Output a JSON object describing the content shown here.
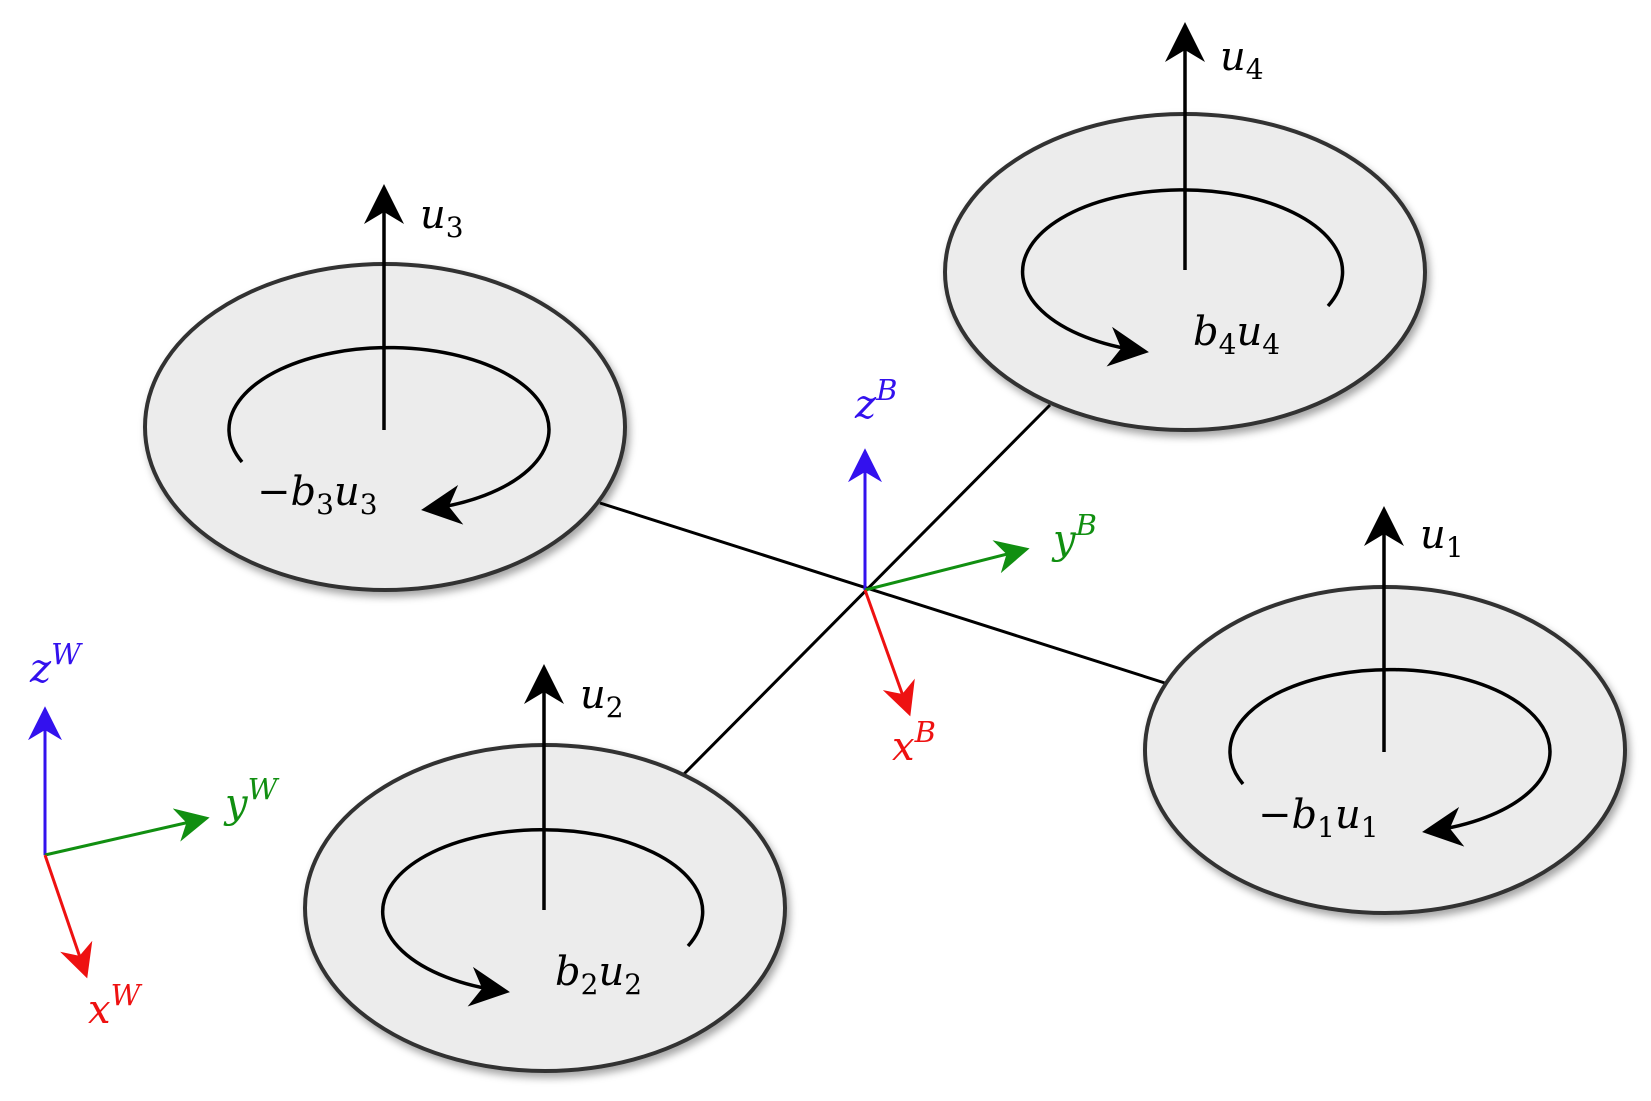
{
  "colors": {
    "x_axis": "#ee1111",
    "y_axis": "#118f11",
    "z_axis": "#3311ee",
    "rotor_fill": "#ececec",
    "rotor_stroke": "#333333",
    "ink": "#000000"
  },
  "rotors": [
    {
      "id": "1",
      "thrust_var": "u",
      "thrust_sub": "1",
      "torque_sign": "−",
      "torque_coef": "b",
      "torque_sub": "1",
      "torque_var": "u",
      "torque_var_sub": "1",
      "spin": "counter-clockwise"
    },
    {
      "id": "2",
      "thrust_var": "u",
      "thrust_sub": "2",
      "torque_sign": "",
      "torque_coef": "b",
      "torque_sub": "2",
      "torque_var": "u",
      "torque_var_sub": "2",
      "spin": "clockwise"
    },
    {
      "id": "3",
      "thrust_var": "u",
      "thrust_sub": "3",
      "torque_sign": "−",
      "torque_coef": "b",
      "torque_sub": "3",
      "torque_var": "u",
      "torque_var_sub": "3",
      "spin": "counter-clockwise"
    },
    {
      "id": "4",
      "thrust_var": "u",
      "thrust_sub": "4",
      "torque_sign": "",
      "torque_coef": "b",
      "torque_sub": "4",
      "torque_var": "u",
      "torque_var_sub": "4",
      "spin": "clockwise"
    }
  ],
  "body_frame": {
    "x": {
      "base": "x",
      "sup": "B"
    },
    "y": {
      "base": "y",
      "sup": "B"
    },
    "z": {
      "base": "z",
      "sup": "B"
    }
  },
  "world_frame": {
    "x": {
      "base": "x",
      "sup": "W"
    },
    "y": {
      "base": "y",
      "sup": "W"
    },
    "z": {
      "base": "z",
      "sup": "W"
    }
  }
}
